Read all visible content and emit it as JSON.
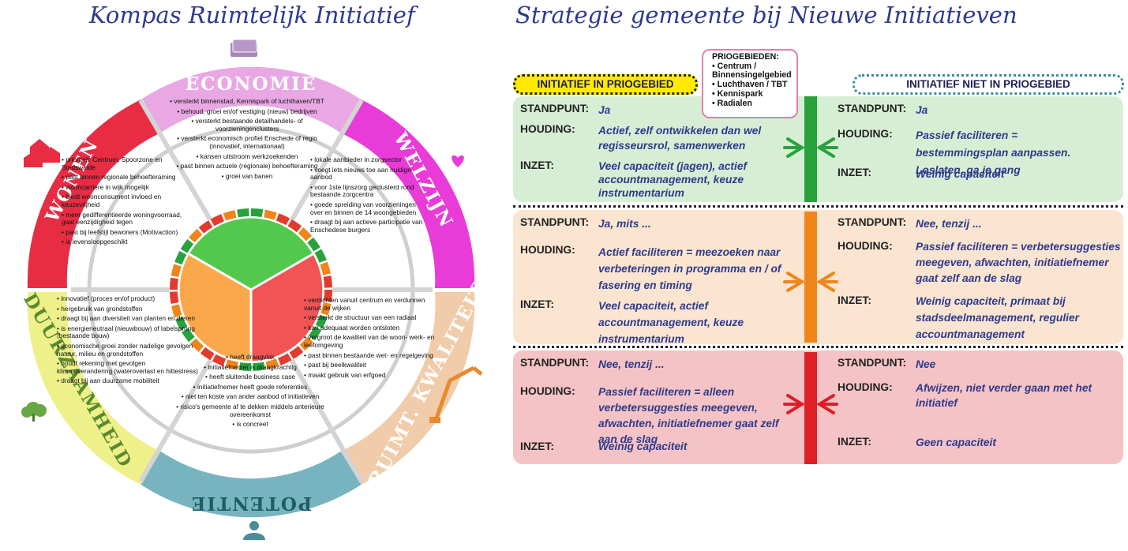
{
  "left_title": "Kompas Ruimtelijk Initiatief",
  "right_title": "Strategie gemeente bij Nieuwe Initiatieven",
  "compass": {
    "segments": {
      "economie": "ECONOMIE",
      "welzijn": "WELZIJN",
      "ruimt": "RUIMT. KWALITEIT",
      "potentie": "POTENTIE",
      "duurzaamheid": "DUURZAAMHEID",
      "wonen": "WONEN"
    },
    "colors": {
      "economie": "#e9a8e4",
      "welzijn": "#e93bd8",
      "ruimt": "#f0ccaa",
      "potentie": "#77b4c0",
      "duurzaamheid": "#eef08a",
      "wonen": "#e72c44"
    },
    "economie_items": [
      "versterkt binnenstad, Kennispark of luchthaven/TBT",
      "behoud, groei en/of vestiging (nieuw) bedrijven",
      "versterkt bestaande detailhandels- of voorzieningenclusters",
      "versterkt economisch profiel Enschede of regio (innovatief, internationaal)",
      "kansen uitstroom werkzoekenden",
      "past binnen actuele (regionale) behoefteraming",
      "groei van banen"
    ],
    "welzijn_items": [
      "lokale aanbieder in zorgsector",
      "voegt iets nieuws toe aan huidige aanbod",
      "voor 1ste lijnszorg geclusterd rond bestaande zorgcentra",
      "goede spreiding van voorzieningen over en binnen de 14 woongebieden",
      "draagt bij aan actieve participatie van Enschedese burgers"
    ],
    "wonen_items": [
      "prioriteit: Centrum, Spoorzone en Stadsweide",
      "past binnen regionale behoefteraming",
      "wooncarriere in wijk mogelijk",
      "biedt woonconsument invloed en keuzevrijheid",
      "meer gedifferentieerde woningvoorraad, gaat eenzijdigheid tegen",
      "past bij leefstijl bewoners (Motivaction)",
      "is levensloopgeschikt"
    ],
    "ruimt_items": [
      "verdichten vanuit centrum en verdunnen vanuit de wijken",
      "versterkt de structuur van een radiaal",
      "kan adequaat worden ontsloten",
      "vergroot de kwaliteit van de woon- werk- en leefomgeving",
      "past binnen bestaande wet- en regelgeving",
      "past bij beelkwaliteit",
      "maakt gebruik van erfgoed"
    ],
    "duurzaam_items": [
      "innovatief (proces en/of product)",
      "hergebruik van grondstoffen",
      "draagt bij aan diversiteit van planten en dieren",
      "is energieneutraal (nieuwbouw) of labelsprong (bestaande bouw)",
      "economische groei zonder nadelige gevolgen natuur, milieu en grondstoffen",
      "houdt rekening met gevolgen klimaatverandering (wateroverlast en hittestress)",
      "draagt bij aan duurzame mobiliteit"
    ],
    "potentie_items": [
      "heeft draagvlak",
      "initiatiefnemer is draagkrachtig",
      "heeft sluitende business case",
      "initiatiefnemer heeft goede referenties",
      "niet ten koste van ander aanbod of initiatieven",
      "risico's gemeente af te dekken middels anterieure overeenkomst",
      "is concreet"
    ]
  },
  "strategy": {
    "tag_in": "INITIATIEF IN PRIOGEBIED",
    "tag_out": "INITIATIEF NIET IN PRIOGEBIED",
    "prio": {
      "title": "PRIOGEBIEDEN:",
      "items": [
        "Centrum / Binnensingelgebied",
        "Luchthaven / TBT",
        "Kennispark",
        "Radialen"
      ]
    },
    "labels": {
      "standpunt": "STANDPUNT:",
      "houding": "HOUDING:",
      "inzet": "INZET:"
    },
    "rows": [
      {
        "color": "#d6efd4",
        "bar": "#27a23c",
        "left": {
          "standpunt": "Ja",
          "houding": "Actief, zelf ontwikkelen dan wel regisseursrol, samenwerken",
          "inzet": "Veel capaciteit (jagen), actief accountmanagement, keuze instrumentarium"
        },
        "right": {
          "standpunt": "Ja",
          "houding": "Passief faciliteren = bestemmingsplan aanpassen. Loslaten, ga je gang",
          "inzet": "Weinig capaciteit"
        }
      },
      {
        "color": "#fbe5d1",
        "bar": "#ef861c",
        "left": {
          "standpunt": "Ja, mits ...",
          "houding": "Actief faciliteren = meezoeken naar verbeteringen in programma en / of fasering en timing",
          "inzet": "Veel capaciteit, actief accountmanagement, keuze instrumentarium"
        },
        "right": {
          "standpunt": "Nee, tenzij ...",
          "houding": "Passief faciliteren = verbetersuggesties meegeven, afwachten, initiatiefnemer gaat zelf aan de slag",
          "inzet": "Weinig capaciteit, primaat bij stadsdeelmanagement, regulier accountmanagement"
        }
      },
      {
        "color": "#f5c3c5",
        "bar": "#dd1f28",
        "left": {
          "standpunt": "Nee, tenzij ...",
          "houding": "Passief faciliteren = alleen verbetersuggesties meegeven, afwachten, initiatiefnemer gaat zelf aan de slag",
          "inzet": "Weinig capaciteit"
        },
        "right": {
          "standpunt": "Nee",
          "houding": "Afwijzen, niet verder gaan met het initiatief",
          "inzet": "Geen capaciteit"
        }
      }
    ]
  }
}
